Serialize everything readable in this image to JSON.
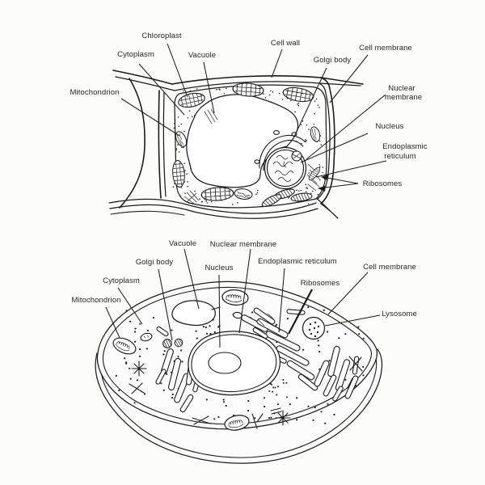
{
  "figure": {
    "plant_cell": {
      "labels": {
        "chloroplast": "Chloroplast",
        "cytoplasm": "Cytoplasm",
        "vacuole": "Vacuole",
        "cell_wall": "Cell wall",
        "golgi_body": "Golgi body",
        "cell_membrane": "Cell membrane",
        "mitochondrion": "Mitochondrion",
        "nuclear_membrane_1": "Nuclear",
        "nuclear_membrane_2": "membrane",
        "nucleus": "Nucleus",
        "endoplasmic_1": "Endoplasmic",
        "endoplasmic_2": "reticulum",
        "ribosomes": "Ribosomes"
      }
    },
    "animal_cell": {
      "labels": {
        "vacuole": "Vacuole",
        "nuclear_membrane": "Nuclear membrane",
        "golgi_body": "Golgi body",
        "nucleus": "Nucleus",
        "endoplasmic_reticulum": "Endoplasmic reticulum",
        "ribosomes": "Ribosomes",
        "cell_membrane": "Cell membrane",
        "cytoplasm": "Cytoplasm",
        "mitochondrion": "Mitochondrion",
        "lysosome": "Lysosome"
      }
    },
    "style": {
      "ink": "#1c1c1c",
      "text": "#262626",
      "paper": "#fcfcfb"
    }
  }
}
